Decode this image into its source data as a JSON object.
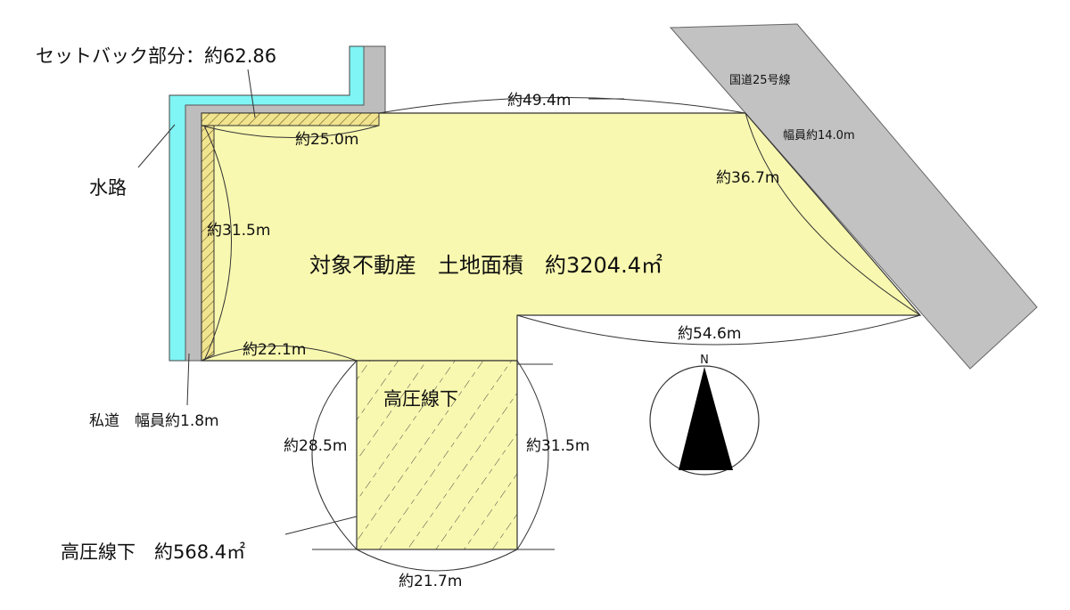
{
  "labels": {
    "setback": "セットバック部分：約62.86",
    "waterway": "水路",
    "private_road": "私道　幅員約1.8m",
    "high_voltage_area": "高圧線下　約568.4㎡",
    "high_voltage_zone": "高圧線下",
    "main_area": "対象不動産　土地面積　約3204.4㎡",
    "national_road": "国道25号線",
    "road_width": "幅員約14.0m",
    "north": "N"
  },
  "dimensions": {
    "top": "約49.4m",
    "setback_top": "約25.0m",
    "left": "約31.5m",
    "diagonal": "約36.7m",
    "bottom_right": "約54.6m",
    "bottom_left": "約22.1m",
    "lower_left": "約28.5m",
    "lower_right": "約31.5m",
    "lower_bottom": "約21.7m"
  },
  "colors": {
    "land": "#f8f8b0",
    "road": "#c0c0c0",
    "water": "#7ff5f5",
    "setback": "#efe08a"
  }
}
